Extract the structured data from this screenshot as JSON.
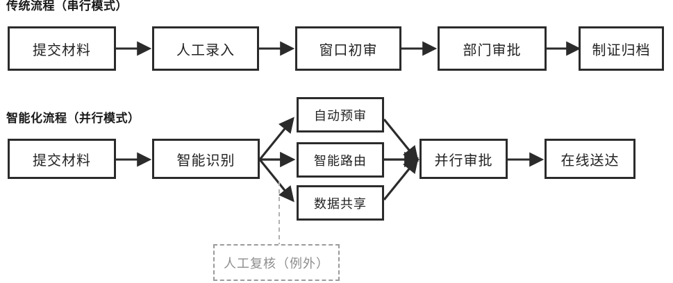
{
  "diagram": {
    "title_traditional": "传统流程（串行模式）",
    "title_smart": "智能化流程（并行模式）",
    "colors": {
      "stroke": "#2b2b2b",
      "text": "#222222",
      "exception_stroke": "#9a9a9a",
      "exception_text": "#8d8d8d",
      "background": "#ffffff"
    },
    "traditional_flow": {
      "label": "传统流程（串行模式）",
      "mode": "串行模式",
      "steps": [
        {
          "label": "提交材料"
        },
        {
          "label": "人工录入"
        },
        {
          "label": "窗口初审"
        },
        {
          "label": "部门审批"
        },
        {
          "label": "制证归档"
        }
      ]
    },
    "smart_flow": {
      "label": "智能化流程（并行模式）",
      "mode": "并行模式",
      "entry": {
        "label": "提交材料"
      },
      "dispatcher": {
        "label": "智能识别"
      },
      "parallel_branches": [
        {
          "label": "自动预审"
        },
        {
          "label": "智能路由"
        },
        {
          "label": "数据共享"
        }
      ],
      "merge": {
        "label": "并行审批"
      },
      "output": {
        "label": "在线送达"
      },
      "exception": {
        "label": "人工复核（例外）"
      }
    }
  }
}
